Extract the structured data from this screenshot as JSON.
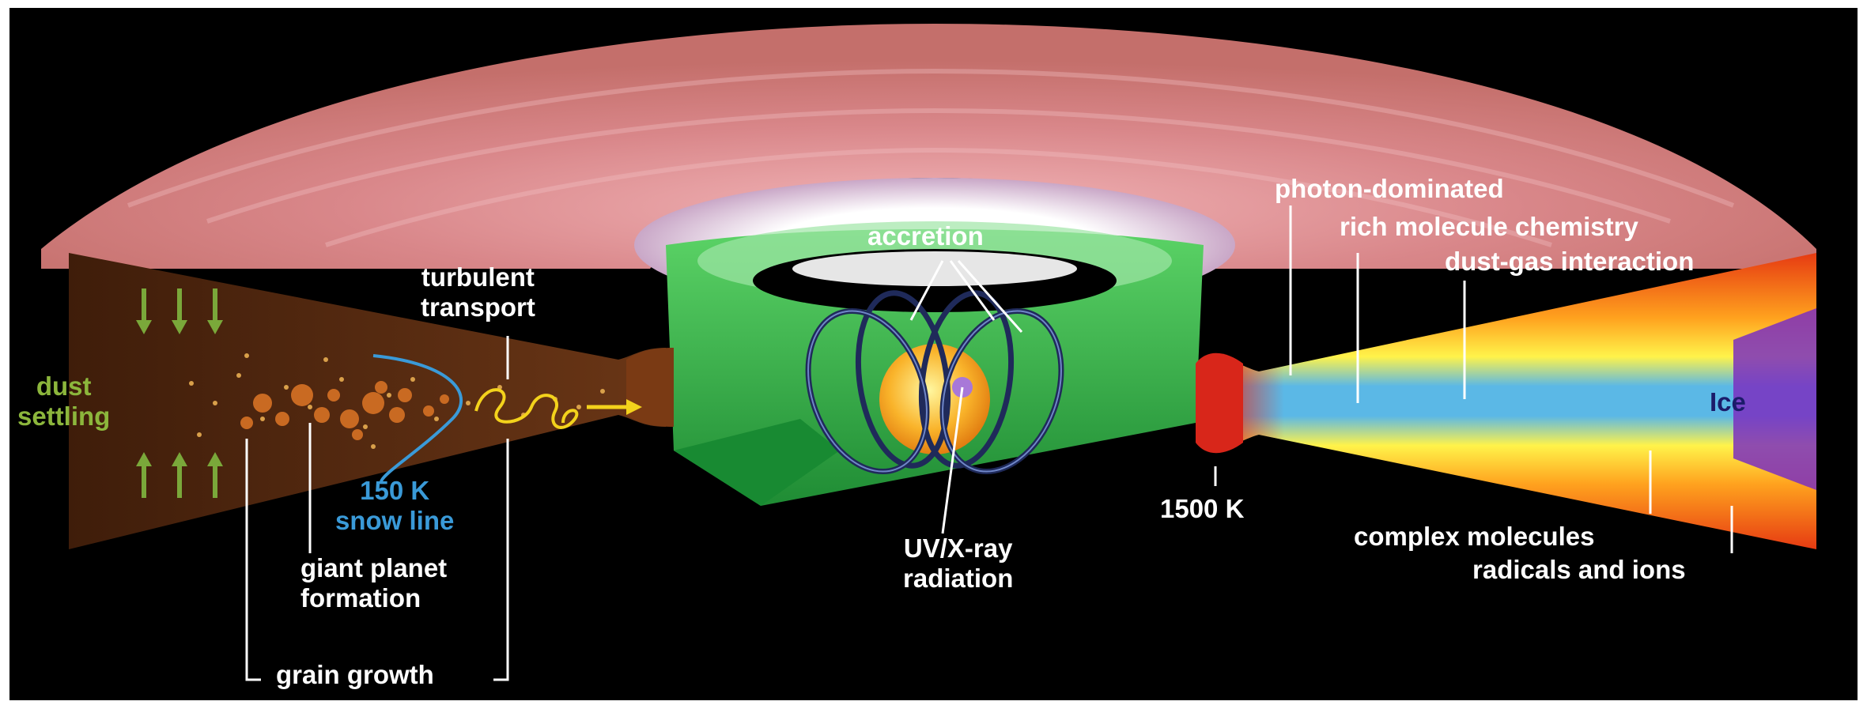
{
  "labels": {
    "dust_settling": [
      "dust",
      "settling"
    ],
    "turbulent_transport": [
      "turbulent",
      "transport"
    ],
    "snow_line": [
      "150 K",
      "snow line"
    ],
    "giant_planet": [
      "giant planet",
      "formation"
    ],
    "grain_growth": "grain growth",
    "accretion": "accretion",
    "uv_xray": [
      "UV/X-ray",
      "radiation"
    ],
    "temp_inner": "1500 K",
    "photon_dominated": "photon-dominated",
    "rich_chemistry": "rich molecule chemistry",
    "dust_gas": "dust-gas interaction",
    "ice": "Ice",
    "complex_molecules": "complex molecules",
    "radicals_ions": "radicals and ions"
  },
  "colors": {
    "disk_surface": "#d9878a",
    "dust_region": "#5a2e12",
    "inner_rim": "#a8340f",
    "inner_disk": "#3dbb4a",
    "star": "#f7a623",
    "label_green": "#8cb63c",
    "label_blue": "#3a9ad8",
    "arrow_green": "#7aa83a"
  }
}
